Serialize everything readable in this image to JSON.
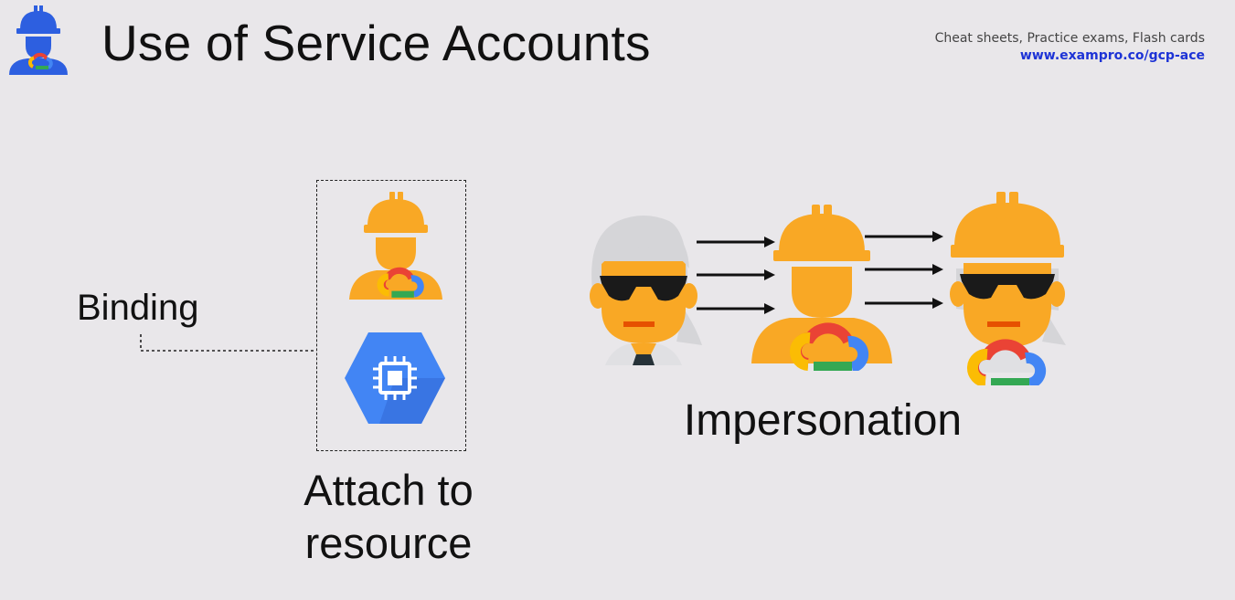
{
  "header": {
    "title": "Use of Service Accounts",
    "promo_tagline": "Cheat sheets, Practice exams, Flash cards",
    "promo_link": "www.exampro.co/gcp-ace",
    "logo_icon": "service-account-worker-icon"
  },
  "binding": {
    "label": "Binding"
  },
  "attach": {
    "caption_line1": "Attach to",
    "caption_line2": "resource",
    "icons": [
      "service-account-icon",
      "compute-engine-icon"
    ]
  },
  "impersonation": {
    "label": "Impersonation",
    "icons": [
      "user-sunglasses-icon",
      "service-account-icon",
      "impersonated-user-icon"
    ]
  },
  "colors": {
    "background": "#e9e7ea",
    "worker_orange": "#f9a825",
    "worker_dark_orange": "#ef8a00",
    "logo_blue": "#2d5fe0",
    "compute_blue": "#4285f4",
    "link_blue": "#1d33d6",
    "google_red": "#ea4335",
    "google_yellow": "#fbbc04",
    "google_green": "#34a853",
    "google_blue": "#4285f4"
  }
}
